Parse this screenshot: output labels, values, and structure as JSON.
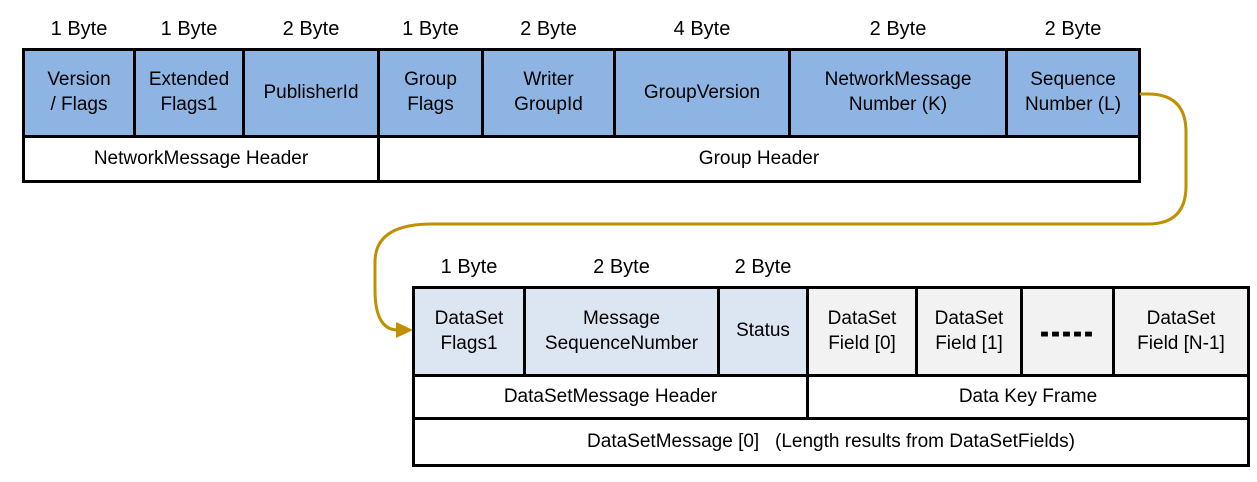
{
  "colors": {
    "blue": "#8DB4E2",
    "light_blue": "#DCE6F2",
    "light_gray": "#F2F2F2",
    "border": "#000000",
    "arrow": "#BF9000"
  },
  "network_message_table": {
    "byte_labels": [
      "1 Byte",
      "1 Byte",
      "2 Byte",
      "1 Byte",
      "2 Byte",
      "4 Byte",
      "2 Byte",
      "2 Byte"
    ],
    "fields": [
      "Version\n/ Flags",
      "Extended\nFlags1",
      "PublisherId",
      "Group\nFlags",
      "Writer\nGroupId",
      "GroupVersion",
      "NetworkMessage\nNumber (K)",
      "Sequence\nNumber (L)"
    ],
    "section_headers": [
      "NetworkMessage Header",
      "Group Header"
    ]
  },
  "dataset_message_table": {
    "byte_labels": [
      "1 Byte",
      "2 Byte",
      "2 Byte"
    ],
    "fields": [
      "DataSet\nFlags1",
      "Message\nSequenceNumber",
      "Status",
      "DataSet\nField [0]",
      "DataSet\nField [1]",
      "-----",
      "DataSet\nField [N-1]"
    ],
    "section_headers": [
      "DataSetMessage Header",
      "Data Key Frame"
    ],
    "footer": "DataSetMessage [0]   (Length results from DataSetFields)"
  }
}
